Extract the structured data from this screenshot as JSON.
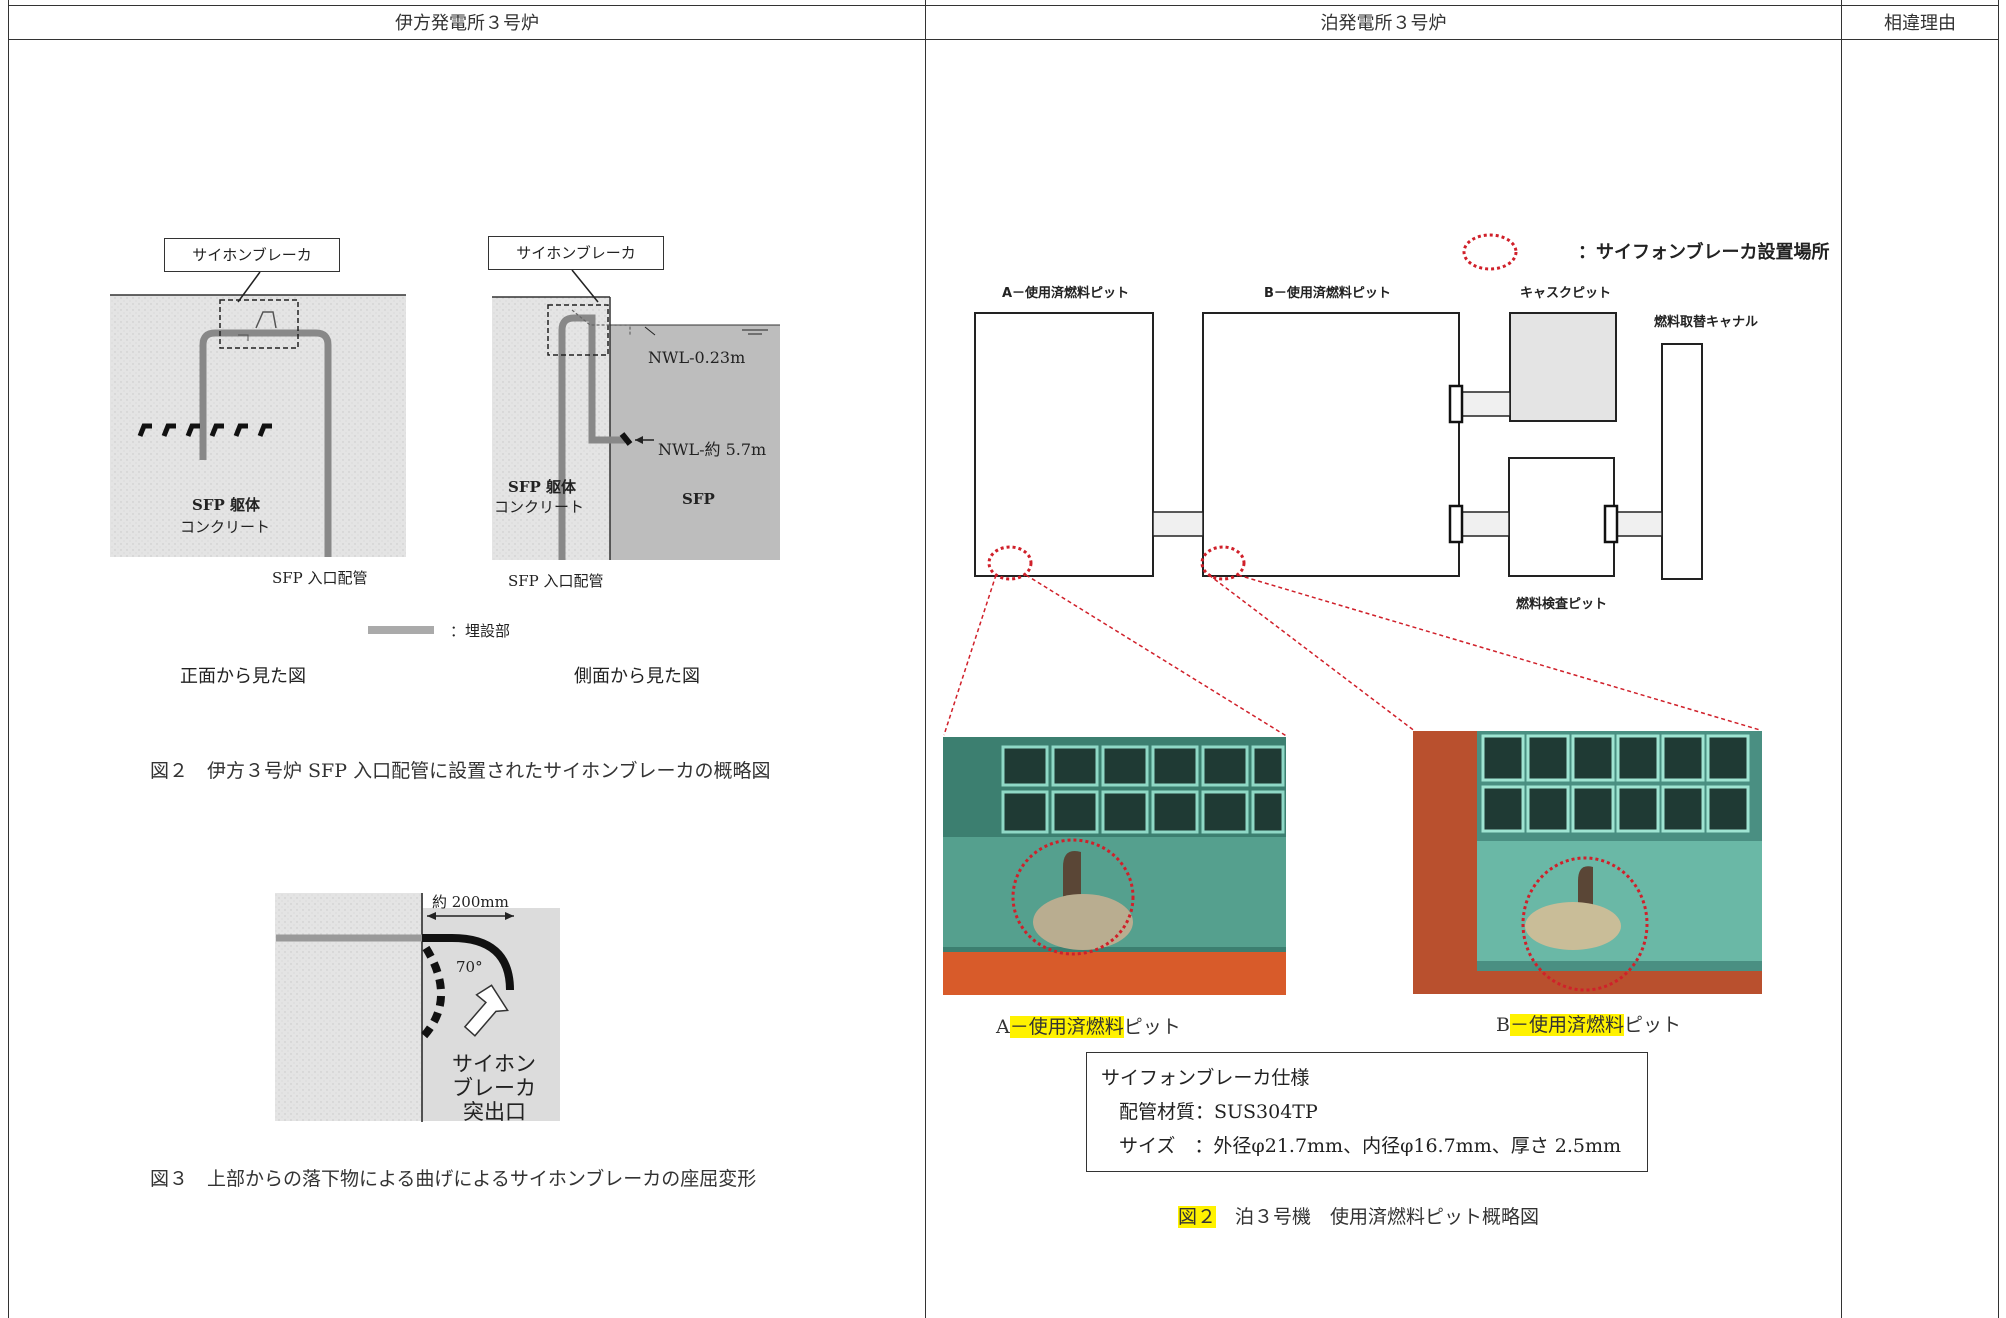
{
  "header": {
    "col_left": "伊方発電所３号炉",
    "col_mid": "泊発電所３号炉",
    "col_right": "相違理由"
  },
  "left": {
    "fig2": {
      "siphon_label_front": "サイホンブレーカ",
      "siphon_label_side": "サイホンブレーカ",
      "concrete_front": "SFP 躯体",
      "concrete_front_2": "コンクリート",
      "concrete_side": "SFP 躯体",
      "concrete_side_2": "コンクリート",
      "sfp": "SFP",
      "nwl1": "NWL-0.23m",
      "nwl2": "NWL-約 5.7m",
      "inlet_front": "SFP 入口配管",
      "inlet_side": "SFP 入口配管",
      "legend": "：埋設部",
      "view_front": "正面から見た図",
      "view_side": "側面から見た図",
      "caption": "図２　伊方３号炉 SFP 入口配管に設置されたサイホンブレーカの概略図"
    },
    "fig3": {
      "dim": "約 200mm",
      "angle": "70°",
      "outlet_1": "サイホン",
      "outlet_2": "ブレーカ",
      "outlet_3": "突出口",
      "caption": "図３　上部からの落下物による曲げによるサイホンブレーカの座屈変形"
    }
  },
  "right": {
    "legend": "：サイフォンブレーカ設置場所",
    "pit_a": "A－使用済燃料ピット",
    "pit_b": "B－使用済燃料ピット",
    "cask_pit": "キャスクピット",
    "canal": "燃料取替キャナル",
    "inspection_pit": "燃料検査ピット",
    "photo_a_prefix": "A",
    "photo_a_hl": "－使用済燃料",
    "photo_a_suffix": "ピット",
    "photo_b_prefix": "B",
    "photo_b_hl": "－使用済燃料",
    "photo_b_suffix": "ピット",
    "spec_title": "サイフォンブレーカ仕様",
    "spec_material": "配管材質：SUS304TP",
    "spec_size": "サイズ　：外径φ21.7mm、内径φ16.7mm、厚さ 2.5mm",
    "caption_hl": "図２",
    "caption_rest": "　泊３号機　使用済燃料ピット概略図"
  }
}
